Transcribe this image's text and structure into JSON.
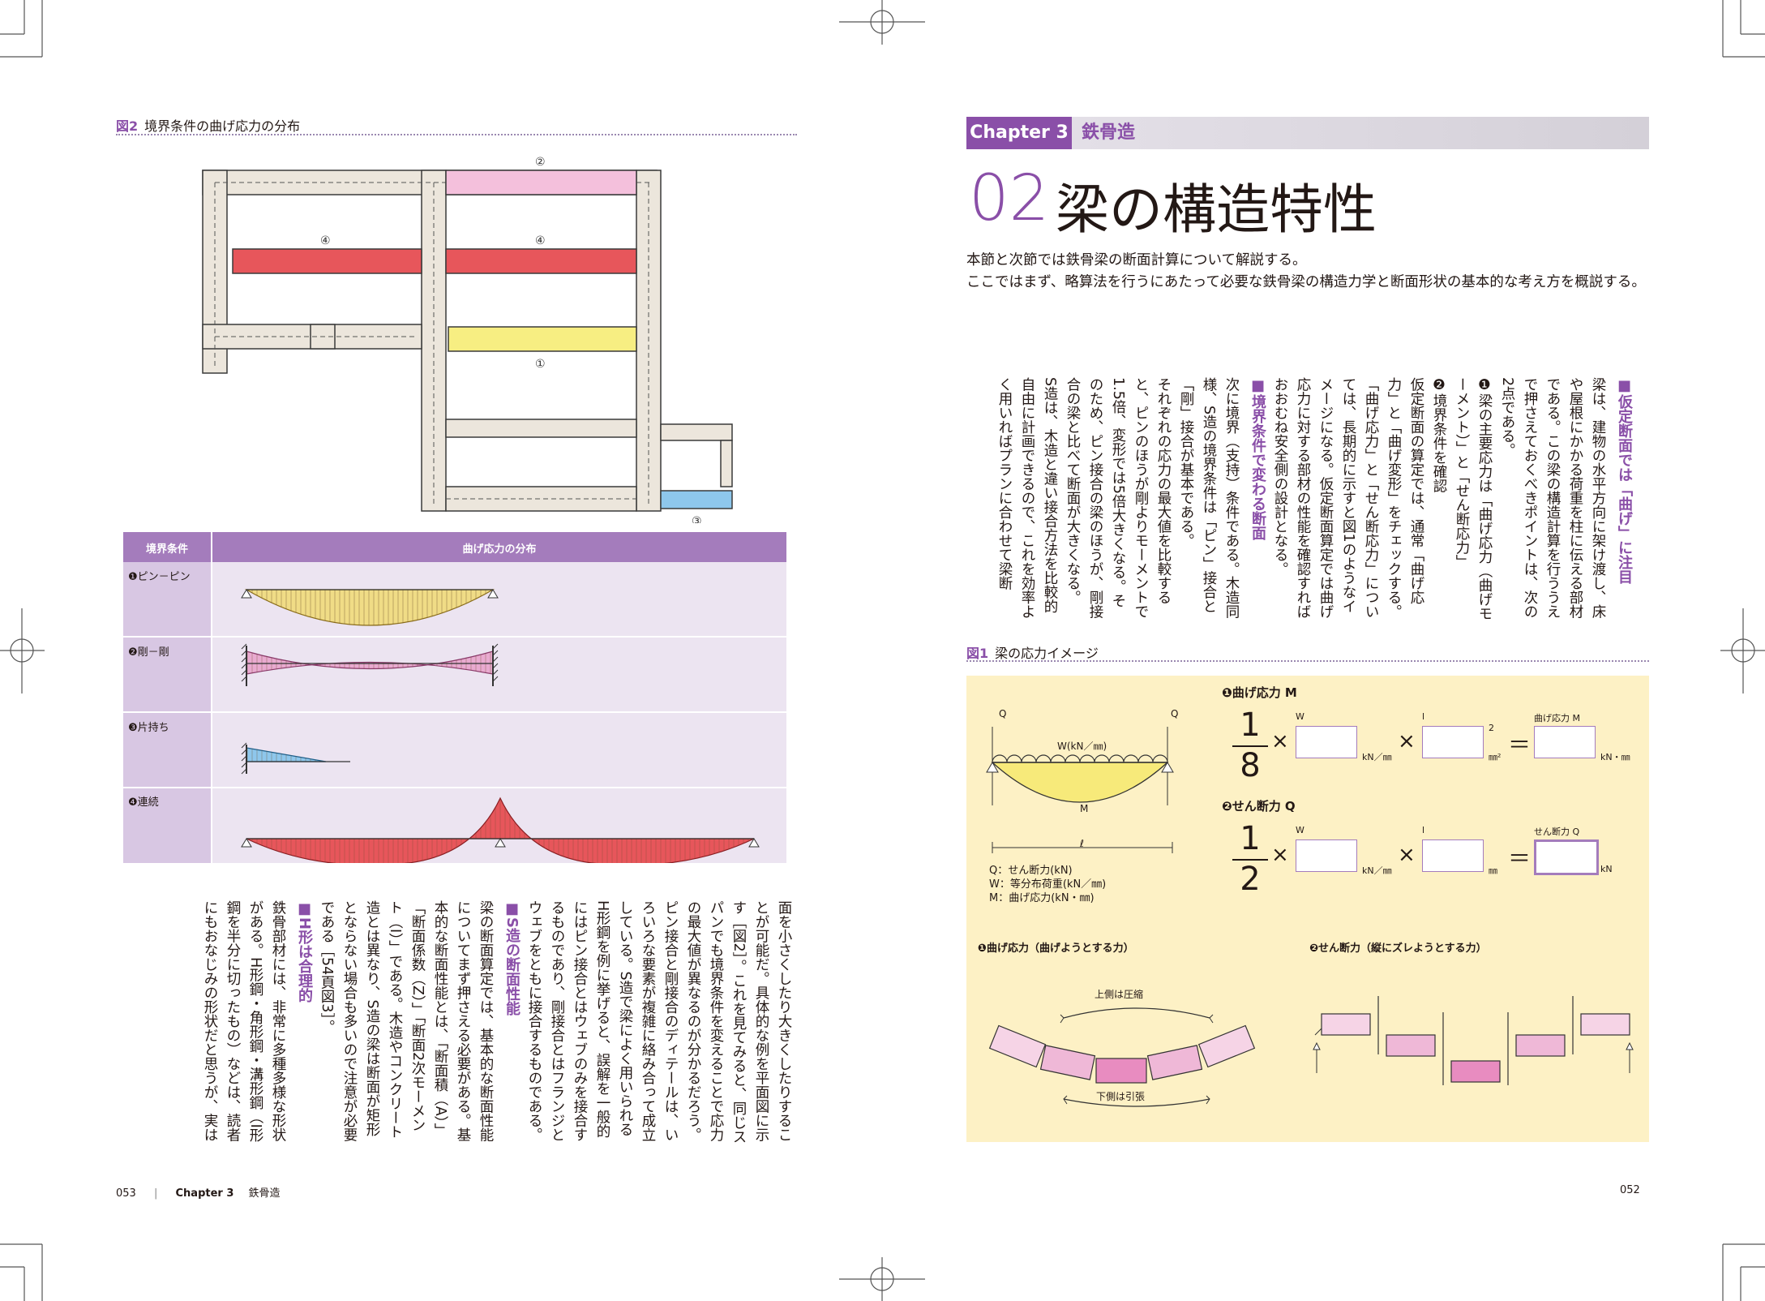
{
  "left_page": {
    "figure2": {
      "number": "図2",
      "title": "境界条件の曲げ応力の分布",
      "plan_markers": [
        "②",
        "④",
        "④",
        "①",
        "③"
      ],
      "table": {
        "headers": [
          "境界条件",
          "曲げ応力の分布"
        ],
        "rows": [
          "❶ピン－ピン",
          "❷剛－剛",
          "❸片持ち",
          "❹連続"
        ]
      }
    },
    "body_paragraphs": [
      "面を小さくしたり大きくしたりすることが可能だ。具体的な例を平面図に示す［図2］。これを見てみると、同じスパンでも境界条件を変えることで応力の最大値が異なるのが分かるだろう。",
      "ピン接合と剛接合のディテールは、いろいろな要素が複雑に絡み合って成立している。S造で梁によく用いられるH形鋼を例に挙げると、誤解を一般的にはピン接合とはウェブのみを接合するものであり、剛接合とはフランジとウェブをともに接合するものである。"
    ],
    "section_s": {
      "heading": "■S造の断面性能",
      "text": "梁の断面算定では、基本的な断面性能についてまず押さえる必要がある。基本的な断面性能とは、「断面積（A）」「断面係数（Z）」「断面2次モーメント（I）」である。木造やコンクリート造とは異なり、S造の梁は断面が矩形とならない場合も多いので注意が必要である［54頁図3］。"
    },
    "section_h": {
      "heading": "■H形は合理的",
      "text": "鉄骨部材には、非常に多種多様な形状がある。H形鋼・角形鋼・溝形鋼（I形鋼を半分に切ったもの）などは、読者にもおなじみの形状だと思うが、実は"
    },
    "footer": {
      "page_number": "053",
      "chapter": "Chapter 3",
      "chapter_title": "鉄骨造"
    }
  },
  "right_page": {
    "chapter_label": "Chapter 3",
    "chapter_title": "鉄骨造",
    "section_number": "02",
    "section_title": "梁の構造特性",
    "lead": "本節と次節では鉄骨梁の断面計算について解説する。\nここではまず、略算法を行うにあたって必要な鉄骨梁の構造力学と断面形状の基本的な考え方を概説する。",
    "section_a": {
      "heading": "■仮定断面では「曲げ」に注目",
      "paragraphs": [
        "梁は、建物の水平方向に架け渡し、床や屋根にかかる荷重を柱に伝える部材である。この梁の構造計算を行ううえで押さえておくべきポイントは、次の2点である。",
        "❶梁の主要応力は「曲げ応力（曲げモーメント）」と「せん断応力」",
        "❷境界条件を確認",
        "仮定断面の算定では、通常「曲げ応力」と「曲げ変形」をチェックする。「曲げ応力」と「せん断応力」については、長期的に示すと図1のようなイメージになる。仮定断面算定では曲げ応力に対する部材の性能を確認すればおおむね安全側の設計となる。"
      ]
    },
    "section_b": {
      "heading": "■境界条件で変わる断面",
      "paragraphs": [
        "次に境界（支持）条件である。木造同様、S造の境界条件は「ピン」接合と「剛」接合が基本である。",
        "それぞれの応力の最大値を比較すると、ピンのほうが剛よりモーメントで1.5倍、変形では5倍大きくなる。そのため、ピン接合の梁のほうが、剛接合の梁と比べて断面が大きくなる。",
        "S造は、木造と違い接合方法を比較的自由に計画できるので、これを効率よく用いればプランに合わせて梁断"
      ]
    },
    "figure1": {
      "number": "図1",
      "title": "梁の応力イメージ",
      "beam": {
        "q_left": "Q",
        "q_right": "Q",
        "load": "W(kN／㎜)",
        "moment": "M",
        "span": "ℓ",
        "legend": [
          "Q：せん断力(kN)",
          "W：等分布荷重(kN／㎜)",
          "M：曲げ応力(kN・㎜)"
        ]
      },
      "formula_m": {
        "title": "❶曲げ応力 M",
        "num": "1",
        "den": "8",
        "times": "×",
        "w_label": "W",
        "w_unit": "kN／㎜",
        "l_label": "l",
        "l_sup": "2",
        "l_unit": "㎜²",
        "eq": "＝",
        "result_label": "曲げ応力 M",
        "result_unit": "kN・㎜"
      },
      "formula_q": {
        "title": "❷せん断力 Q",
        "num": "1",
        "den": "2",
        "times": "×",
        "w_label": "W",
        "w_unit": "kN／㎜",
        "l_label": "l",
        "l_unit": "㎜",
        "eq": "＝",
        "result_label": "せん断力 Q",
        "result_unit": "kN"
      },
      "bending": {
        "title": "❶曲げ応力（曲げようとする力）",
        "top": "上側は圧縮",
        "bottom": "下側は引張"
      },
      "shear": {
        "title": "❷せん断力（縦にズレようとする力）"
      }
    },
    "footer": {
      "page_number": "052"
    }
  },
  "colors": {
    "accent": "#8a4fa8",
    "table_header": "#a47cbc",
    "table_row": "#ece4f1",
    "table_col": "#d8c7e3",
    "fig1_bg": "#fdf1c5",
    "yellow": "#f4e17f",
    "pink": "#efb8d7",
    "blue": "#8ec7ec",
    "red": "#e7565b",
    "beam": "#ece6dc"
  }
}
